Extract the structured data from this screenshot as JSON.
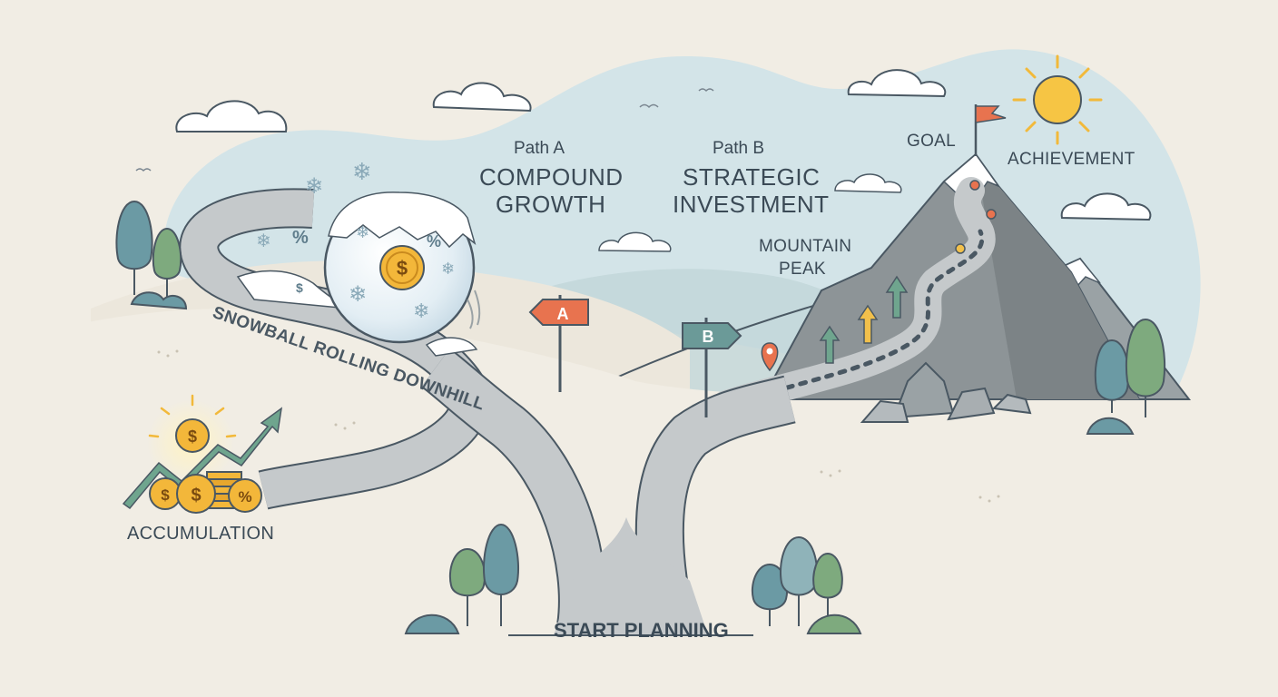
{
  "colors": {
    "background": "#f1ede4",
    "sky": "#d3e4e8",
    "road": "#c5c9cb",
    "road_edge": "#4a5863",
    "mountain": "#8d9497",
    "snow": "#ffffff",
    "tree_teal": "#6b9aa4",
    "tree_green": "#7eaa7e",
    "sign_orange": "#e8734f",
    "sign_teal": "#6b9a98",
    "coin_gold": "#f3b73a",
    "sun": "#f6c544",
    "arrow_green": "#6fa58e",
    "arrow_yellow": "#f2c04b",
    "text": "#3b4a56"
  },
  "labels": {
    "path_a_title": "Path A",
    "path_a_name_1": "COMPOUND",
    "path_a_name_2": "GROWTH",
    "path_b_title": "Path B",
    "path_b_name_1": "STRATEGIC",
    "path_b_name_2": "INVESTMENT",
    "goal": "GOAL",
    "achievement": "ACHIEVEMENT",
    "mountain_peak_1": "MOUNTAIN",
    "mountain_peak_2": "PEAK",
    "snowball": "SNOWBALL ROLLING DOWNHILL",
    "accumulation": "ACCUMULATION",
    "start": "START PLANNING"
  },
  "signs": {
    "a": "A",
    "b": "B"
  },
  "symbols": {
    "dollar": "$",
    "percent": "%",
    "snowflake": "❄"
  },
  "icons": [
    "snowflake-icon",
    "dollar-coin-icon",
    "percent-coin-icon",
    "sun-icon",
    "flag-icon",
    "map-pin-icon",
    "up-arrow-icon",
    "trend-arrow-icon",
    "cloud-icon",
    "tree-icon"
  ]
}
